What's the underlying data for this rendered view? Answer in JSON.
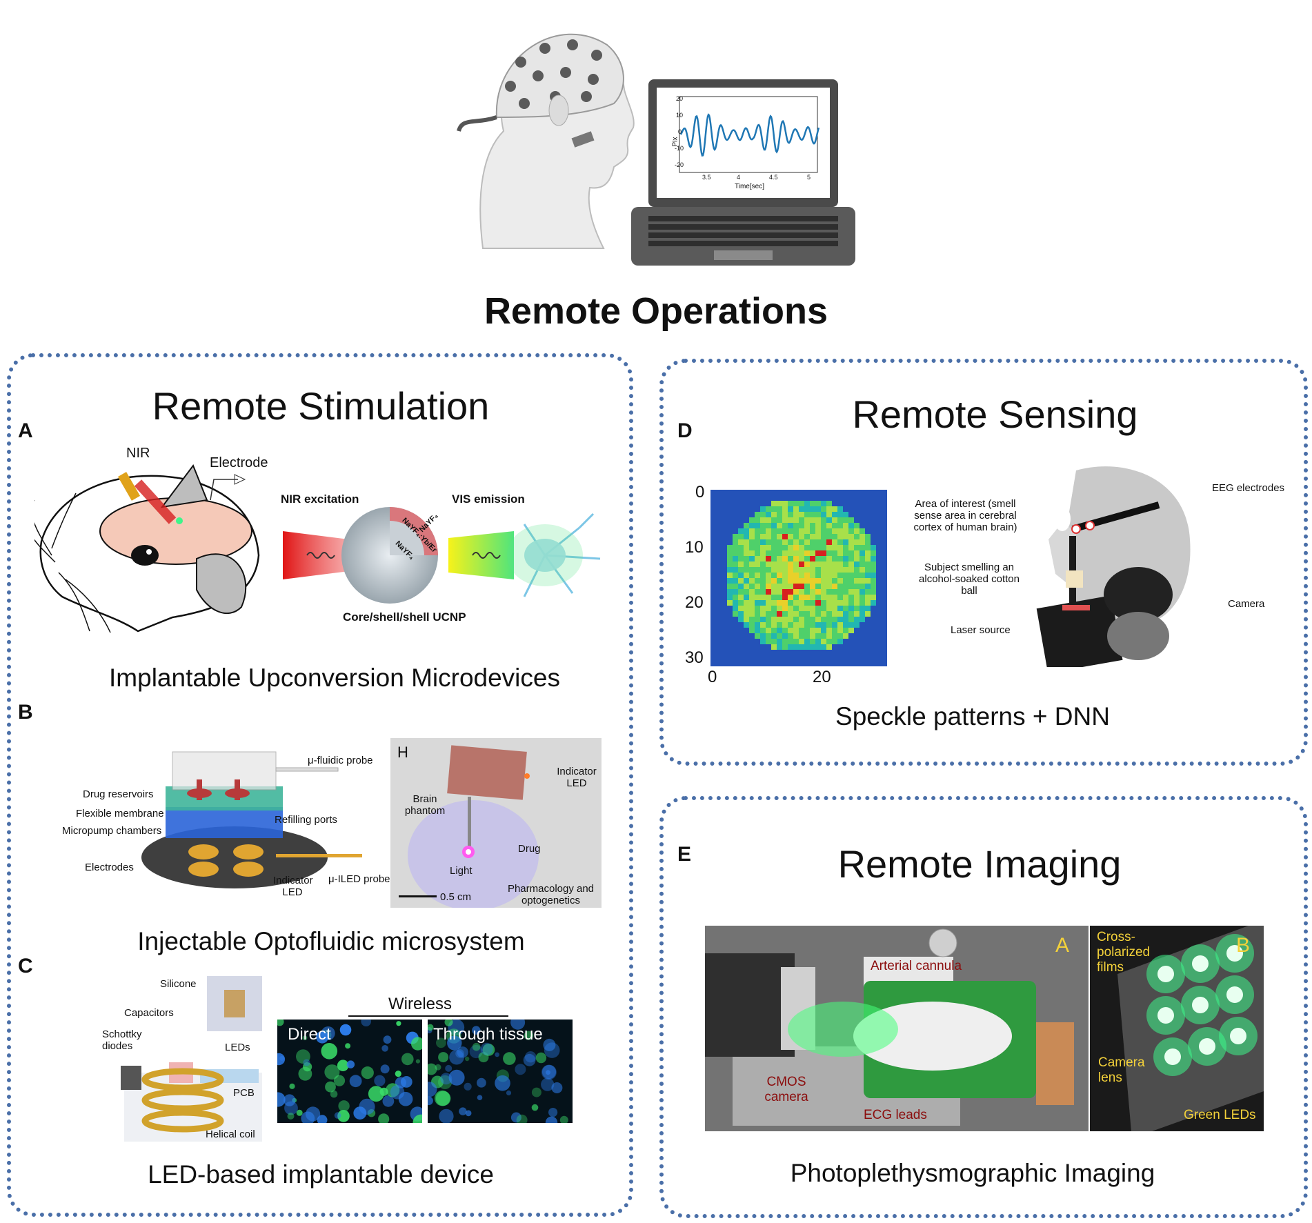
{
  "main_title": "Remote Operations",
  "hero": {
    "plot_ylabel": "Pix",
    "plot_xlabel": "Time[sec]",
    "plot_yticks": [
      "20",
      "10",
      "0",
      "-10",
      "-20"
    ],
    "plot_xticks": [
      "3.5",
      "4",
      "4.5",
      "5"
    ]
  },
  "stimulation": {
    "title": "Remote Stimulation",
    "A": {
      "letter": "A",
      "nir": "NIR",
      "electrode": "Electrode",
      "nir_excitation": "NIR excitation",
      "vis_emission": "VIS emission",
      "shell_outer": "NaYF₄",
      "shell_mid": "NaYF₄:Yb/Er",
      "shell_core": "NaYF₄",
      "ucnp": "Core/shell/shell UCNP",
      "caption": "Implantable Upconversion Microdevices"
    },
    "B": {
      "letter": "B",
      "fluidic_probe": "μ-fluidic probe",
      "drug_reservoirs": "Drug reservoirs",
      "flexible_membrane": "Flexible membrane",
      "micropump_chambers": "Micropump chambers",
      "refilling_ports": "Refilling ports",
      "electrodes": "Electrodes",
      "indicator_led": "Indicator LED",
      "iled_probe": "μ-ILED probe",
      "photo_letter": "H",
      "photo_indicator_led": "Indicator LED",
      "brain_phantom": "Brain phantom",
      "drug": "Drug",
      "light": "Light",
      "pharmacology": "Pharmacology and optogenetics",
      "scale": "0.5 cm",
      "caption": "Injectable Optofluidic microsystem"
    },
    "C": {
      "letter": "C",
      "silicone": "Silicone",
      "capacitors": "Capacitors",
      "schottky": "Schottky diodes",
      "leds": "LEDs",
      "pcb": "PCB",
      "helical_coil": "Helical coil",
      "wireless": "Wireless",
      "direct": "Direct",
      "through_tissue": "Through tissue",
      "caption": "LED-based implantable device"
    }
  },
  "sensing": {
    "title": "Remote Sensing",
    "letter": "D",
    "yticks": [
      "0",
      "10",
      "20",
      "30"
    ],
    "xticks": [
      "0",
      "20"
    ],
    "area_of_interest": "Area of interest (smell sense area in cerebral cortex of human brain)",
    "subject_smelling": "Subject smelling an alcohol-soaked cotton ball",
    "laser_source": "Laser source",
    "eeg_electrodes": "EEG electrodes",
    "camera": "Camera",
    "caption": "Speckle patterns + DNN"
  },
  "imaging": {
    "title": "Remote Imaging",
    "letter": "E",
    "photo_a": "A",
    "photo_b": "B",
    "arterial_cannula": "Arterial cannula",
    "cmos_camera": "CMOS camera",
    "ecg_leads": "ECG leads",
    "cross_polarized": "Cross-polarized films",
    "camera_lens": "Camera lens",
    "green_leds": "Green LEDs",
    "caption": "Photoplethysmographic Imaging"
  },
  "colors": {
    "panel_border": "#4a6fa8",
    "heat_low": "#2b2f8a",
    "heat_high": "#d62020",
    "signal": "#1f77b4",
    "led_green": "#3ef58a"
  }
}
